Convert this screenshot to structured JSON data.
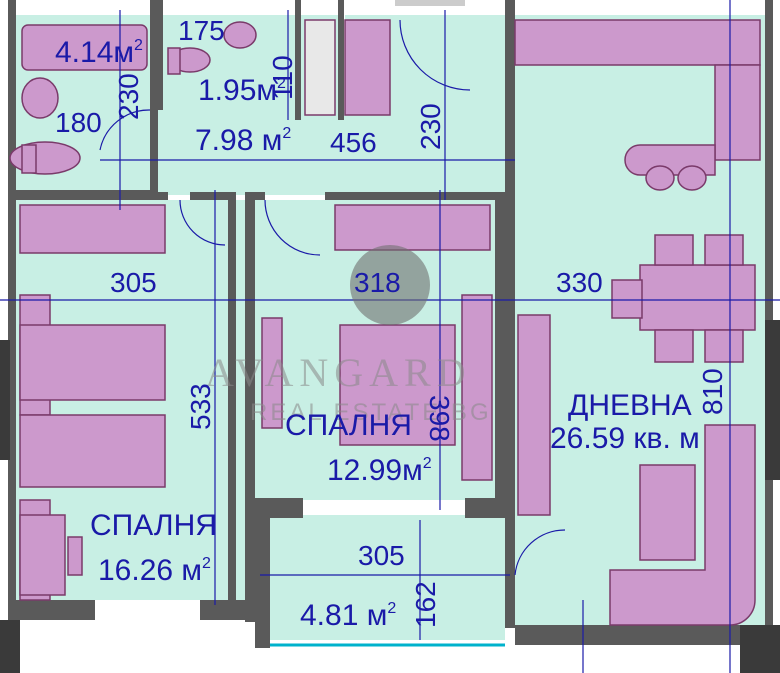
{
  "rooms": {
    "bathroom": {
      "area": "4.14",
      "unit": "м",
      "sup": "2"
    },
    "toilet": {
      "area": "1.95",
      "unit": "м",
      "sup": "2"
    },
    "hall": {
      "area": "7.98",
      "unit": "м",
      "sup": "2"
    },
    "bedroom1": {
      "name": "СПАЛНЯ",
      "area": "16.26",
      "unit": "м",
      "sup": "2"
    },
    "bedroom2": {
      "name": "СПАЛНЯ",
      "area": "12.99",
      "unit": "м",
      "sup": "2"
    },
    "living": {
      "name": "ДНЕВНА",
      "area": "26.59 кв. м"
    },
    "terrace": {
      "area": "4.81",
      "unit": "м",
      "sup": "2"
    }
  },
  "dimensions": {
    "d175": "175",
    "d110": "110",
    "d230a": "230",
    "d180": "180",
    "d456": "456",
    "d230b": "230",
    "d305a": "305",
    "d318": "318",
    "d330": "330",
    "d533": "533",
    "d398": "398",
    "d810": "810",
    "d305b": "305",
    "d162": "162"
  },
  "watermark": {
    "line1": "AVANGARD",
    "line2": "REAL ESTATE.BG"
  },
  "colors": {
    "floor": "#c8efe4",
    "furniture": "#cc99cc",
    "wall": "#555555",
    "line": "#1a1aa8"
  }
}
